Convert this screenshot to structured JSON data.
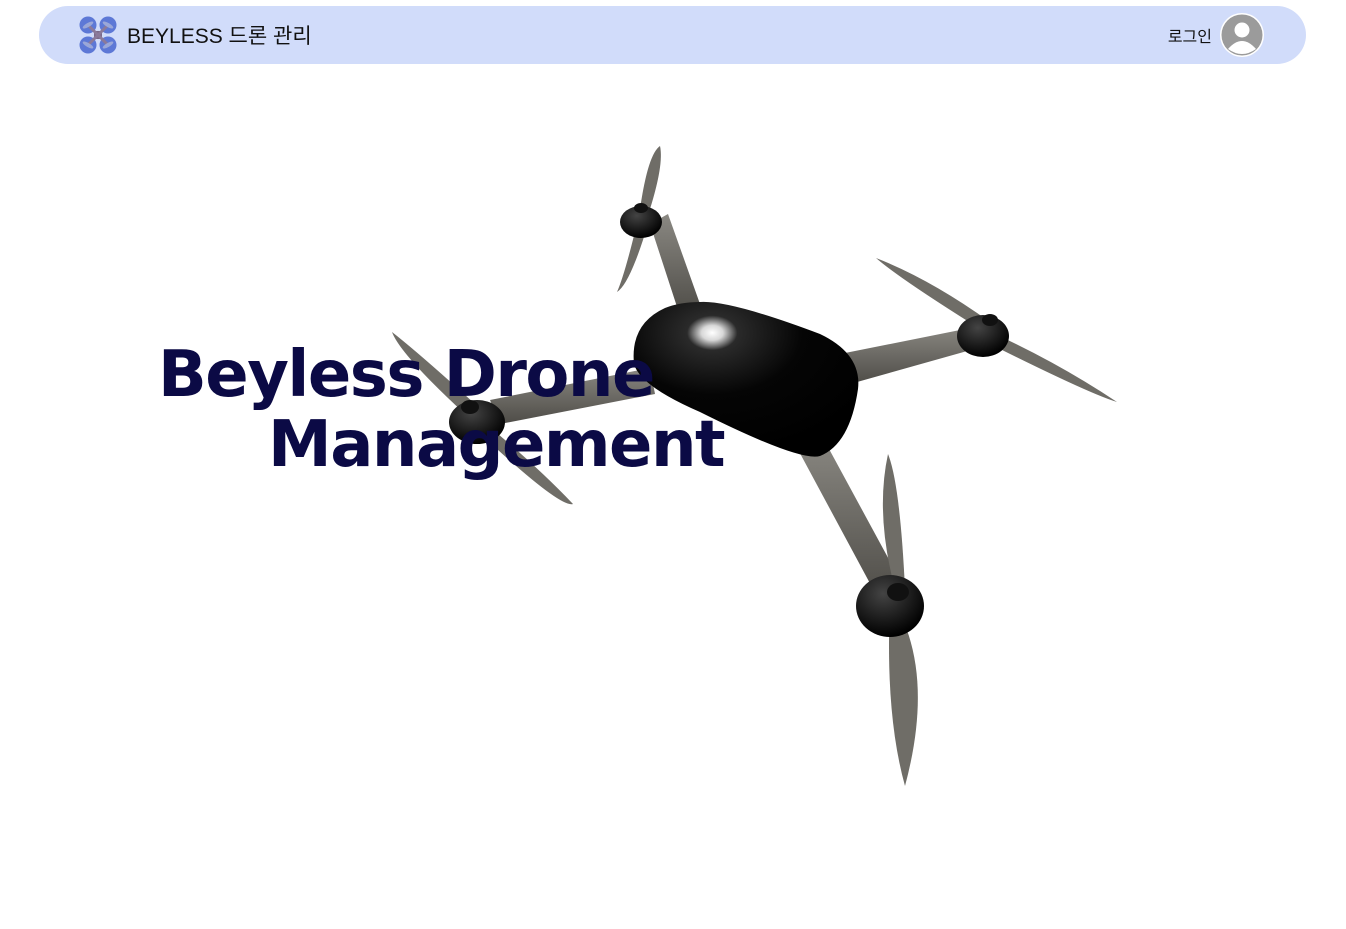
{
  "header": {
    "brand_text": "BEYLESS 드론 관리",
    "logo_icon": "drone-logo-icon",
    "login_label": "로그인",
    "avatar_icon": "user-avatar-icon"
  },
  "hero": {
    "title_line1": "Beyless Drone",
    "title_line2": "Management",
    "image_icon": "quadcopter-drone-illustration"
  },
  "colors": {
    "navbar_bg": "#d1dcfa",
    "title": "#0b0a45",
    "drone_body": "#000000",
    "drone_arm": "#6e6c66"
  }
}
